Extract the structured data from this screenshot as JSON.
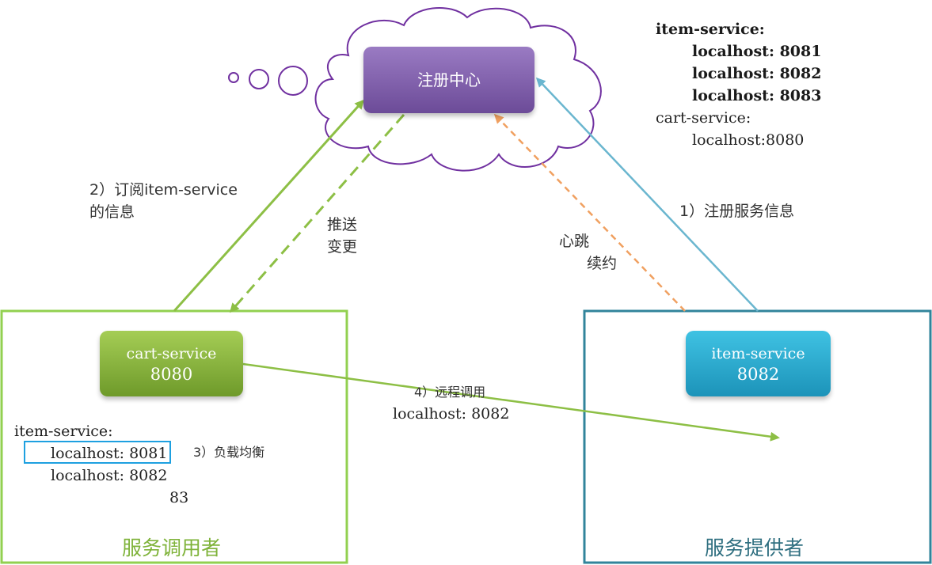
{
  "registry": {
    "label": "注册中心"
  },
  "registry_list": {
    "title": "item-service:",
    "items": [
      "localhost: 8081",
      "localhost: 8082",
      "localhost: 8083"
    ],
    "cart_title": "cart-service:",
    "cart_item": "localhost:8080"
  },
  "consumer": {
    "box_label": "服务调用者",
    "node_name": "cart-service",
    "node_port": "8080",
    "list_title": "item-service:",
    "list_items": [
      "localhost: 8081",
      "localhost: 8082",
      "83"
    ]
  },
  "provider": {
    "box_label": "服务提供者",
    "node_name": "item-service",
    "node_port": "8082"
  },
  "steps": {
    "subscribe_line1": "2）订阅item-service",
    "subscribe_line2": "的信息",
    "push_line1": "推送",
    "push_line2": "变更",
    "heartbeat_line1": "心跳",
    "heartbeat_line2": "续约",
    "register": "1）注册服务信息",
    "remote_call_line1": "4）远程调用",
    "remote_call_line2": "localhost: 8082",
    "load_balance": "3）负载均衡"
  },
  "colors": {
    "registry": "#7b5aa6",
    "consumer": "#8dbf45",
    "provider": "#2f7b8c",
    "provider_node": "#2aaed4",
    "heartbeat": "#f0a060",
    "register_arrow": "#6ab6cf",
    "cloud_stroke": "#7030a0"
  }
}
